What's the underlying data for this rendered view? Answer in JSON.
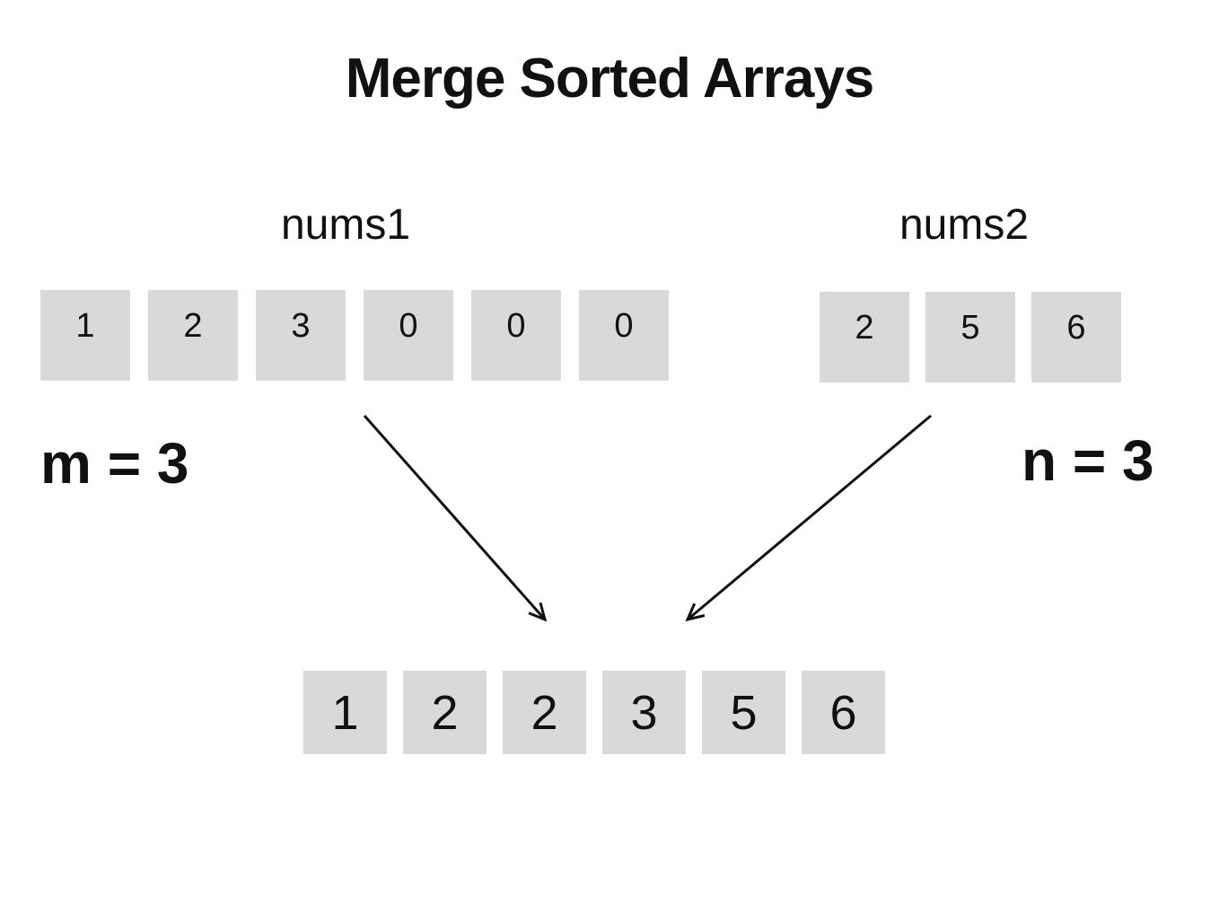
{
  "title": "Merge Sorted Arrays",
  "colors": {
    "background": "#ffffff",
    "cell_bg": "#d9d9d9",
    "text": "#111111",
    "arrow": "#111111"
  },
  "nums1": {
    "label": "nums1",
    "size_label": "m = 3",
    "values": [
      "1",
      "2",
      "3",
      "0",
      "0",
      "0"
    ]
  },
  "nums2": {
    "label": "nums2",
    "size_label": "n = 3",
    "values": [
      "2",
      "5",
      "6"
    ]
  },
  "merged": {
    "values": [
      "1",
      "2",
      "2",
      "3",
      "5",
      "6"
    ]
  },
  "arrows": {
    "left": "arrow-down-right from nums1 to merged array",
    "right": "arrow-down-left from nums2 to merged array"
  }
}
